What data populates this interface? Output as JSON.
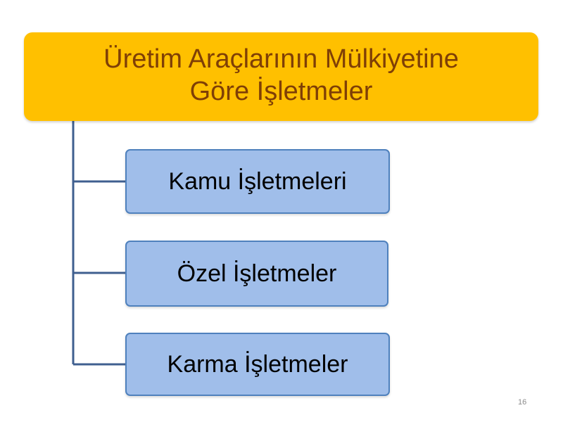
{
  "diagram": {
    "root": {
      "title": "Üretim Araçlarının Mülkiyetine\nGöre İşletmeler"
    },
    "children": [
      {
        "label": "Kamu İşletmeleri"
      },
      {
        "label": "Özel İşletmeler"
      },
      {
        "label": "Karma İşletmeler"
      }
    ]
  },
  "slide": {
    "number": "16"
  },
  "colors": {
    "root_fill": "#FFC000",
    "root_text": "#7F3F06",
    "child_fill": "#A0BEEA",
    "child_border": "#4F81BD",
    "connector": "#3F5F8F"
  }
}
